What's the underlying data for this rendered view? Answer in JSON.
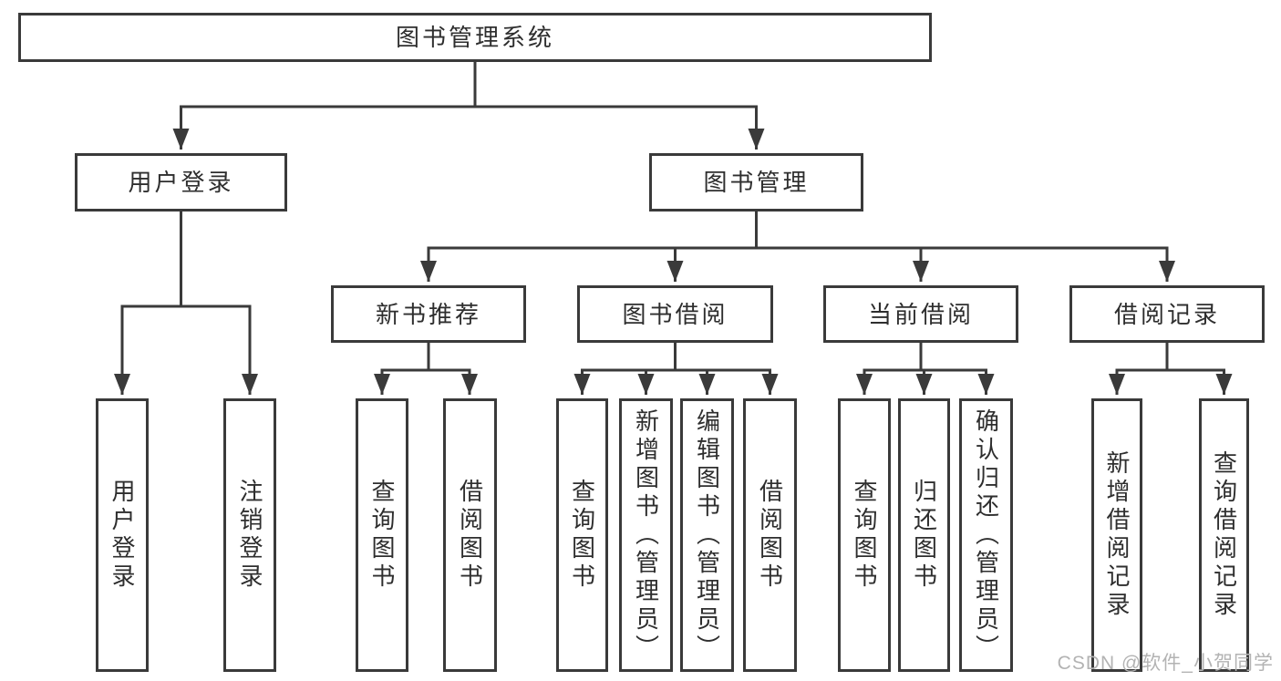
{
  "colors": {
    "line": "#3a3a3a",
    "text": "#2e2e2e",
    "background": "#ffffff",
    "watermark": "#b3b3b3"
  },
  "watermark": "CSDN @软件_小贺同学",
  "tree": {
    "root": "图书管理系统",
    "user_login": {
      "label": "用户登录",
      "children": [
        "用户登录",
        "注销登录"
      ]
    },
    "book_management": {
      "label": "图书管理",
      "sections": [
        {
          "label": "新书推荐",
          "children": [
            "查询图书",
            "借阅图书"
          ]
        },
        {
          "label": "图书借阅",
          "children": [
            "查询图书",
            "新增图书（管理员）",
            "编辑图书（管理员）",
            "借阅图书"
          ]
        },
        {
          "label": "当前借阅",
          "children": [
            "查询图书",
            "归还图书",
            "确认归还（管理员）"
          ]
        },
        {
          "label": "借阅记录",
          "children": [
            "新增借阅记录",
            "查询借阅记录"
          ]
        }
      ]
    }
  }
}
